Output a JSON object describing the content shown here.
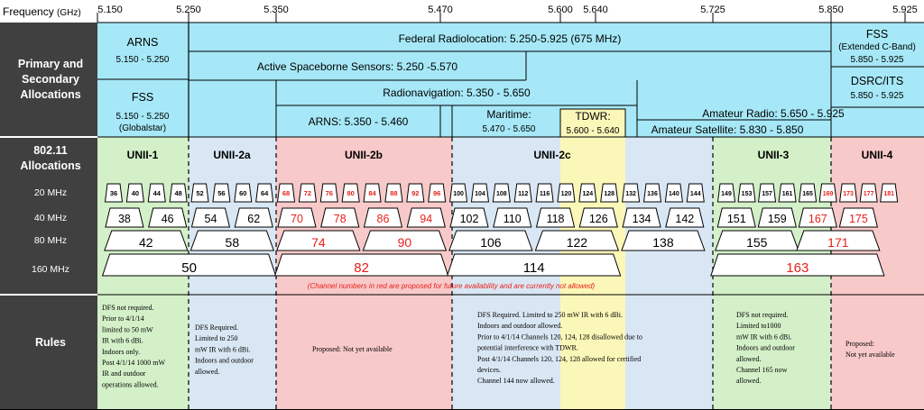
{
  "header": {
    "title": "Frequency",
    "unit": "(GHz)",
    "ticks": [
      "5.150",
      "5.250",
      "5.350",
      "5.470",
      "5.600",
      "5.640",
      "5.725",
      "5.850",
      "5.925"
    ]
  },
  "row_labels": {
    "primary": "Primary and\nSecondary\nAllocations",
    "alloc": "802.11\nAllocations",
    "widths": [
      "20 MHz",
      "40 MHz",
      "80 MHz",
      "160 MHz"
    ],
    "rules": "Rules"
  },
  "allocations": {
    "arns_left_title": "ARNS",
    "arns_left_range": "5.150 - 5.250",
    "fss_left_title": "FSS",
    "fss_left_range": "5.150 - 5.250",
    "fss_left_note": "(Globalstar)",
    "federal": "Federal Radiolocation: 5.250-5.925 (675 MHz)",
    "spaceborne": "Active Spaceborne Sensors: 5.250 -5.570",
    "radionav": "Radionavigation: 5.350 - 5.650",
    "arns_mid": "ARNS: 5.350 - 5.460",
    "maritime_title": "Maritime:",
    "maritime_range": "5.470 - 5.650",
    "tdwr_title": "TDWR:",
    "tdwr_range": "5.600 - 5.640",
    "amateur_radio": "Amateur Radio: 5.650 - 5.925",
    "amateur_sat": "Amateur Satellite: 5.830 - 5.850",
    "fss_right_title": "FSS",
    "fss_right_note": "(Extended C-Band)",
    "fss_right_range": "5.850 - 5.925",
    "dsrc_title": "DSRC/ITS",
    "dsrc_range": "5.850 - 5.925"
  },
  "bands": [
    "UNII-1",
    "UNII-2a",
    "UNII-2b",
    "UNII-2c",
    "UNII-3",
    "UNII-4"
  ],
  "colors": {
    "header_bg": "#404040",
    "alloc_bg": "#a6e8f7",
    "unii1": "#d3f0c8",
    "unii2a": "#d9e7f4",
    "unii2b": "#f8c9c9",
    "unii2c": "#d9e7f4",
    "tdwr": "#fbf7b8",
    "unii3": "#d3f0c8",
    "unii4": "#f8c9c9",
    "red_text": "#e8201a"
  },
  "channels": {
    "c20": [
      "36",
      "40",
      "44",
      "48",
      "52",
      "56",
      "60",
      "64",
      "68",
      "72",
      "76",
      "80",
      "84",
      "88",
      "92",
      "96",
      "100",
      "104",
      "108",
      "112",
      "116",
      "120",
      "124",
      "128",
      "132",
      "136",
      "140",
      "144",
      "149",
      "153",
      "157",
      "161",
      "165",
      "169",
      "173",
      "177",
      "181"
    ],
    "c20_red": [
      "68",
      "72",
      "76",
      "80",
      "84",
      "88",
      "92",
      "96",
      "169",
      "173",
      "177",
      "181"
    ],
    "c40": [
      "38",
      "46",
      "54",
      "62",
      "70",
      "78",
      "86",
      "94",
      "102",
      "110",
      "118",
      "126",
      "134",
      "142",
      "151",
      "159",
      "167",
      "175"
    ],
    "c40_red": [
      "70",
      "78",
      "86",
      "94",
      "167",
      "175"
    ],
    "c80": [
      "42",
      "58",
      "74",
      "90",
      "106",
      "122",
      "138",
      "155",
      "171"
    ],
    "c80_red": [
      "74",
      "90",
      "171"
    ],
    "c160": [
      "50",
      "82",
      "114",
      "163"
    ],
    "c160_red": [
      "82",
      "163"
    ]
  },
  "note": "(Channel numbers in red are proposed for future availability and are currently not allowed)",
  "rules": {
    "unii1": [
      "DFS not required.",
      "Prior to 4/1/14",
      "limited to 50 mW",
      "IR with 6 dBi.",
      "Indoors only.",
      "Post 4/1/14 1000 mW",
      "IR and outdoor",
      "operations allowed."
    ],
    "unii2a": [
      "DFS Required.",
      "Limited to 250",
      "mW IR with 6 dBi.",
      "Indoors and outdoor",
      "allowed."
    ],
    "unii2b": [
      "Proposed: Not yet available"
    ],
    "unii2c": [
      "DFS Required.  Limited to 250 mW IR with 6 dBi.",
      "Indoors and outdoor allowed.",
      "Prior to 4/1/14 Channels 120, 124, 128 disallowed due to",
      "potential interference with TDWR.",
      "Post 4/1/14 Channels 120, 124, 128 allowed for certified",
      "devices.",
      "Channel 144 now allowed."
    ],
    "unii3": [
      "DFS not required.",
      "Limited to1000",
      "mW IR with 6 dBi.",
      "Indoors and outdoor",
      "allowed.",
      "Channel 165 now",
      "allowed."
    ],
    "unii4": [
      "Proposed:",
      "Not yet available"
    ]
  }
}
